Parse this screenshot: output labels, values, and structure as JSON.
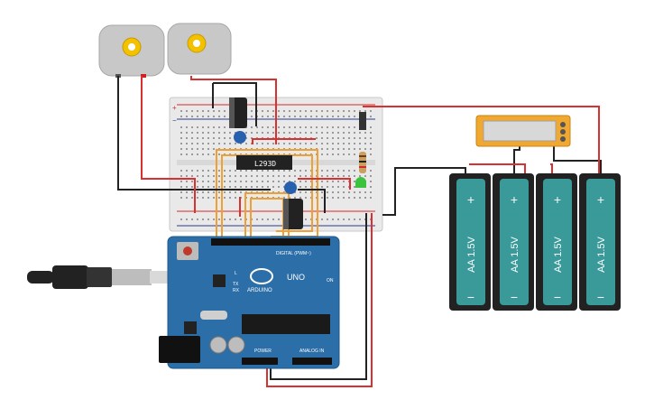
{
  "colors": {
    "background": "#ffffff",
    "breadboard": "#e9e9e9",
    "breadboard_rail_red": "#d22b2b",
    "arduino_blue": "#2b6ea8",
    "battery_teal": "#3a9a9a",
    "wire_red": "#d93030",
    "wire_black": "#222222",
    "wire_orange": "#f0a030",
    "motor_gray": "#c8c8c8",
    "gear_yellow": "#f2c200",
    "multimeter_orange": "#f0a830",
    "led_green": "#3cc23c"
  },
  "ic": {
    "label": "L293D"
  },
  "arduino": {
    "brand_text": "ARDUINO",
    "model_text": "UNO",
    "header_label": "DIGITAL (PWM~)",
    "power_label": "POWER",
    "analog_label": "ANALOG IN",
    "on_label": "ON",
    "tx_label": "TX",
    "rx_label": "RX",
    "l_label": "L"
  },
  "batteries": [
    {
      "label": "AA 1.5V",
      "plus": "+",
      "minus": "−"
    },
    {
      "label": "AA 1.5V",
      "plus": "+",
      "minus": "−"
    },
    {
      "label": "AA 1.5V",
      "plus": "+",
      "minus": "−"
    },
    {
      "label": "AA 1.5V",
      "plus": "+",
      "minus": "−"
    }
  ],
  "breadboard": {
    "plus": "+",
    "minus": "−"
  },
  "components": [
    "dc-motor-1",
    "dc-motor-2",
    "l293d-chip",
    "capacitor-electrolytic-1",
    "capacitor-electrolytic-2",
    "capacitor-ceramic-1",
    "capacitor-ceramic-2",
    "resistor",
    "led-green",
    "multimeter",
    "usb-cable",
    "arduino-uno",
    "battery-pack"
  ]
}
